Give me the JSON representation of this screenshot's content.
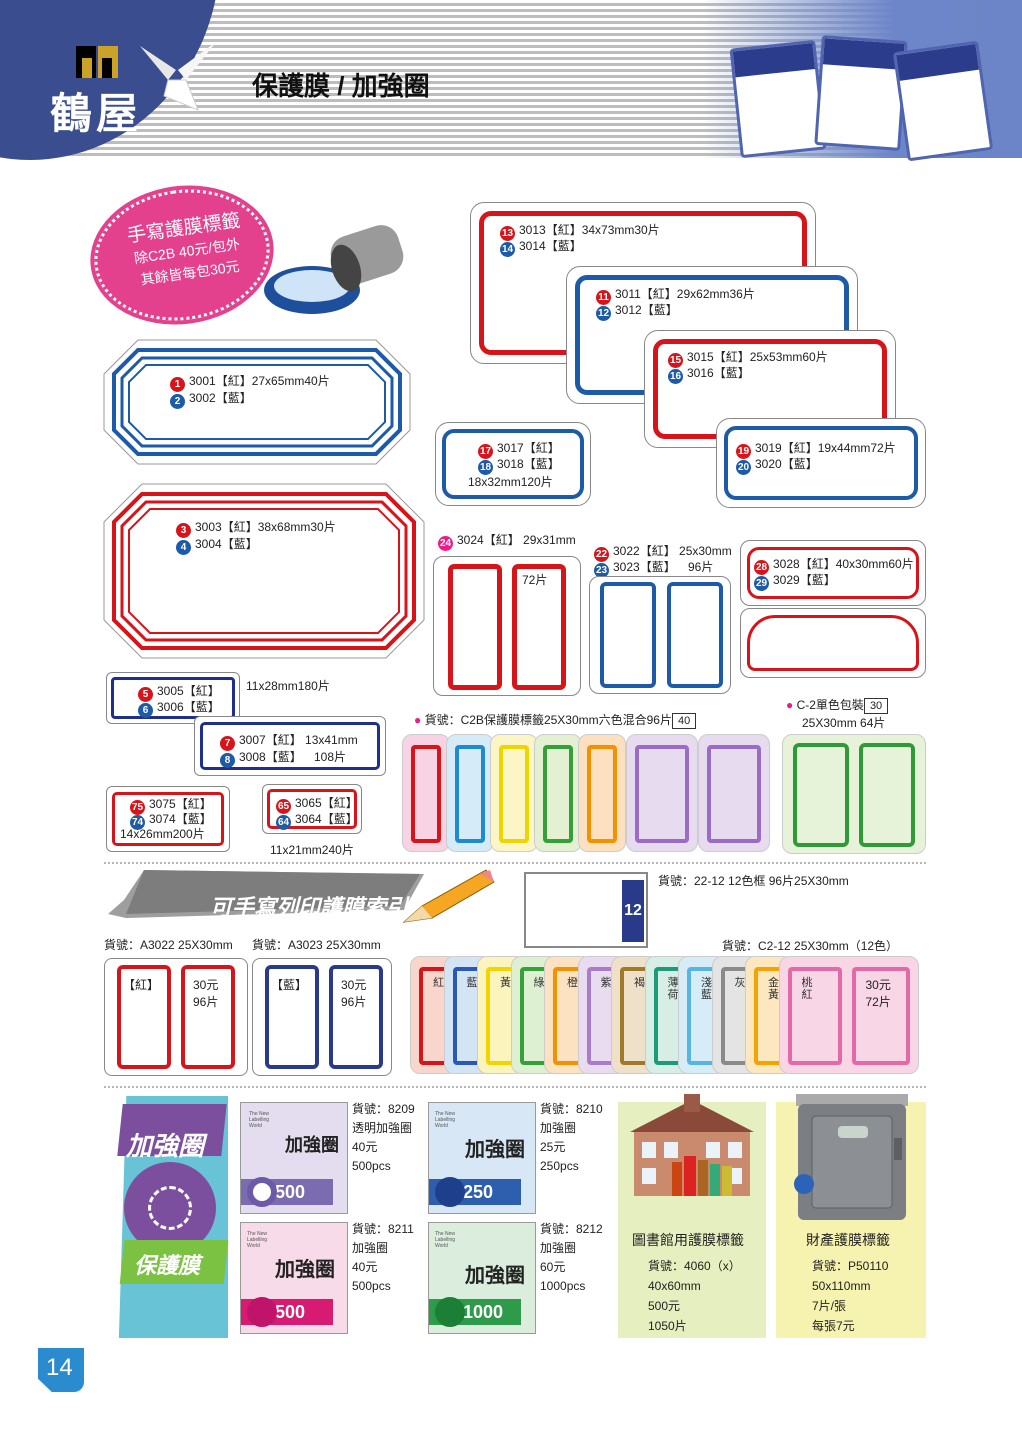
{
  "header": {
    "brand": "鶴屋",
    "title": "保護膜 / 加強圈"
  },
  "promo": {
    "line1": "手寫護膜標籤",
    "line2": "除C2B 40元/包外",
    "line3": "其餘皆每包30元"
  },
  "labels": {
    "l13": "3013【紅】34x73mm30片",
    "l14": "3014【藍】",
    "l11": "3011【紅】29x62mm36片",
    "l12": "3012【藍】",
    "l15": "3015【紅】25x53mm60片",
    "l16": "3016【藍】",
    "l1": "3001【紅】27x65mm40片",
    "l2": "3002【藍】",
    "l17": "3017【紅】",
    "l18": "3018【藍】",
    "l17size": "18x32mm120片",
    "l19": "3019【紅】19x44mm72片",
    "l20": "3020【藍】",
    "l3": "3003【紅】38x68mm30片",
    "l4": "3004【藍】",
    "l24": "3024【紅】 29x31mm",
    "l24count": "72片",
    "l22": "3022【紅】 25x30mm",
    "l23": "3023【藍】",
    "l23count": "96片",
    "l28": "3028【紅】40x30mm60片",
    "l29": "3029【藍】",
    "l5": "3005【紅】",
    "l6": "3006【藍】",
    "l5size": "11x28mm180片",
    "l7": "3007【紅】 13x41mm",
    "l8": "3008【藍】",
    "l8count": "108片",
    "l75": "3075【紅】",
    "l74": "3074【藍】",
    "l75size": "14x26mm200片",
    "l65": "3065【紅】",
    "l64": "3064【藍】",
    "l65size": "11x21mm240片",
    "c2b": "貨號：C2B保護膜標籤25X30mm六色混合96片",
    "c2b_price": "40",
    "c2": "C-2單色包裝",
    "c2_price": "30",
    "c2_size": "25X30mm  64片"
  },
  "numbers": {
    "n1": "1",
    "n2": "2",
    "n3": "3",
    "n4": "4",
    "n5": "5",
    "n6": "6",
    "n7": "7",
    "n8": "8",
    "n11": "11",
    "n12": "12",
    "n13": "13",
    "n14": "14",
    "n15": "15",
    "n16": "16",
    "n17": "17",
    "n18": "18",
    "n19": "19",
    "n20": "20",
    "n22": "22",
    "n23": "23",
    "n24": "24",
    "n28": "28",
    "n29": "29",
    "n64": "64",
    "n65": "65",
    "n74": "74",
    "n75": "75"
  },
  "index": {
    "banner": "可手寫列印護膜索引片",
    "box_num": "12",
    "item_2212": "貨號：22-12  12色框  96片25X30mm",
    "a3022": "貨號：A3022  25X30mm",
    "a3023": "貨號：A3023  25X30mm",
    "c212": "貨號：C2-12  25X30mm（12色）",
    "red_tag": "【紅】",
    "blue_tag": "【藍】",
    "price30": "30元",
    "pcs96": "96片",
    "pcs72": "72片",
    "colors": [
      "紅",
      "藍",
      "黃",
      "綠",
      "橙",
      "紫",
      "褐",
      "薄荷",
      "淺藍",
      "灰",
      "金黃",
      "桃紅"
    ]
  },
  "reinforce": {
    "banner_top": "加強圈",
    "banner_bottom": "保護膜",
    "p8209": {
      "code": "貨號：8209",
      "name": "透明加強圈",
      "price": "40元",
      "qty": "500pcs",
      "count": "500",
      "label": "透明"
    },
    "p8210": {
      "code": "貨號：8210",
      "name": "加強圈",
      "price": "25元",
      "qty": "250pcs",
      "count": "250"
    },
    "p8211": {
      "code": "貨號：8211",
      "name": "加強圈",
      "price": "40元",
      "qty": "500pcs",
      "count": "500"
    },
    "p8212": {
      "code": "貨號：8212",
      "name": "加強圈",
      "price": "60元",
      "qty": "1000pcs",
      "count": "1000"
    },
    "pack_title": "加強圈",
    "pack_world": "The New Labelling World",
    "pcs": "pcs",
    "library": {
      "title": "圖書館用護膜標籤",
      "code": "貨號：4060（x）",
      "size": "40x60mm",
      "price": "500元",
      "qty": "1050片"
    },
    "asset": {
      "title": "財產護膜標籤",
      "code": "貨號：P50110",
      "size": "50x110mm",
      "qty": "7片/張",
      "price": "每張7元"
    }
  },
  "footer": {
    "page_number": "14"
  },
  "colors": {
    "brand_blue": "#3a4d8f",
    "red": "#d7141a",
    "blue": "#1d5aa8",
    "magenta": "#d81b60"
  }
}
